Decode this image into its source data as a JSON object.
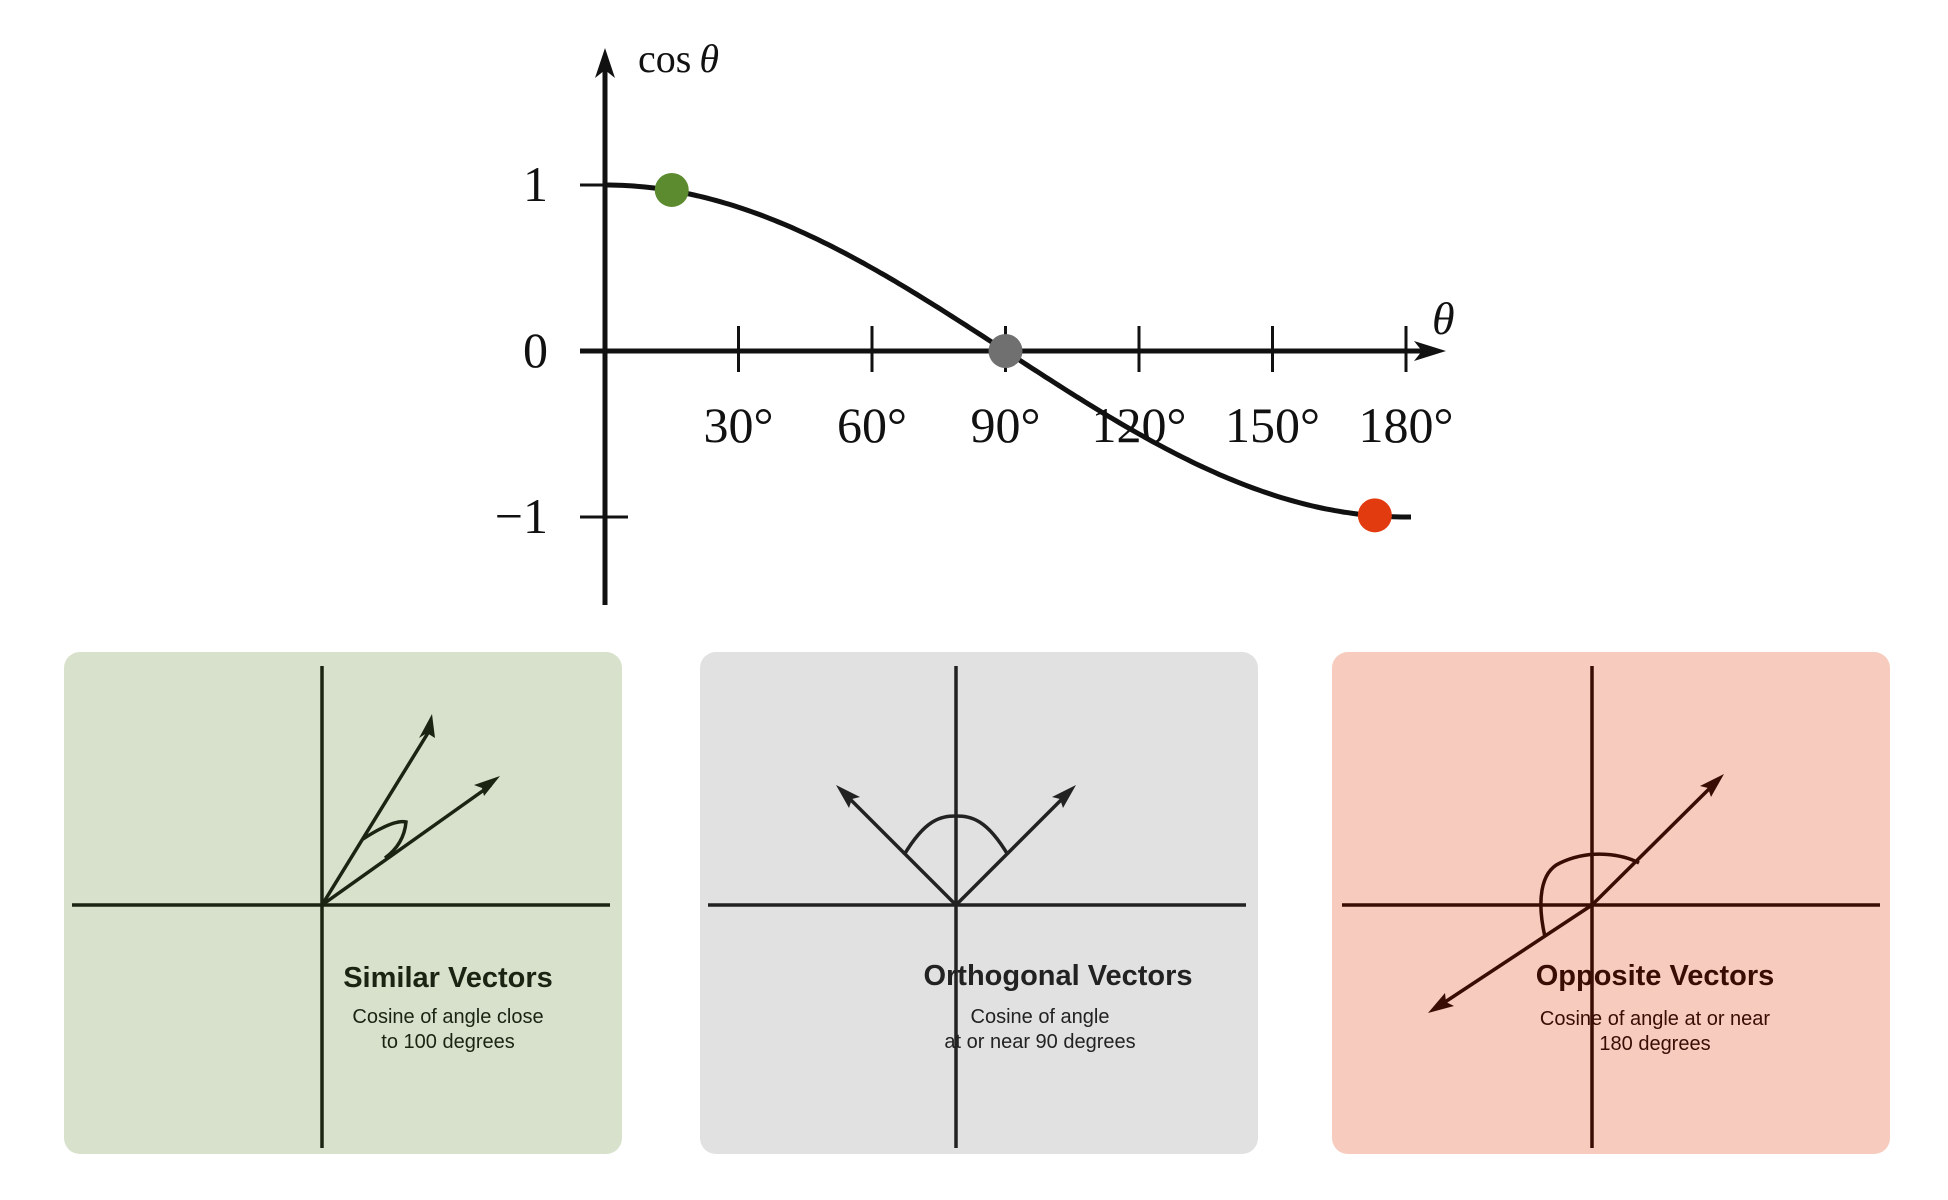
{
  "plot": {
    "y_axis_label": "cos",
    "y_axis_symbol": "θ",
    "x_axis_symbol": "θ",
    "y_ticks": [
      {
        "value": 1,
        "label": "1"
      },
      {
        "value": 0,
        "label": "0"
      },
      {
        "value": -1,
        "label": "−1"
      }
    ],
    "x_ticks": [
      {
        "value": 30,
        "label": "30°"
      },
      {
        "value": 60,
        "label": "60°"
      },
      {
        "value": 90,
        "label": "90°"
      },
      {
        "value": 120,
        "label": "120°"
      },
      {
        "value": 150,
        "label": "150°"
      },
      {
        "value": 180,
        "label": "180°"
      }
    ],
    "curve": {
      "function": "cos",
      "x_from": 0,
      "x_to": 180
    },
    "markers": [
      {
        "name": "similar-marker",
        "x": 15,
        "y": 0.97,
        "color": "#5b8a2f"
      },
      {
        "name": "orthogonal-marker",
        "x": 90,
        "y": 0,
        "color": "#707070"
      },
      {
        "name": "opposite-marker",
        "x": 173,
        "y": -0.99,
        "color": "#e33b10"
      }
    ]
  },
  "cards": [
    {
      "id": "similar",
      "title": "Similar Vectors",
      "desc_lines": [
        "Cosine of angle close",
        "to 100 degrees"
      ],
      "bg": "#d8e1cb",
      "ink": "#1b2412"
    },
    {
      "id": "orthogonal",
      "title": "Orthogonal Vectors",
      "desc_lines": [
        "Cosine of angle",
        "at or near 90 degrees"
      ],
      "bg": "#e0e1e0",
      "ink": "#222222"
    },
    {
      "id": "opposite",
      "title": "Opposite Vectors",
      "desc_lines": [
        "Cosine of angle at or near",
        "180 degrees"
      ],
      "bg": "#f7cbbd",
      "ink": "#3a0d04"
    }
  ]
}
